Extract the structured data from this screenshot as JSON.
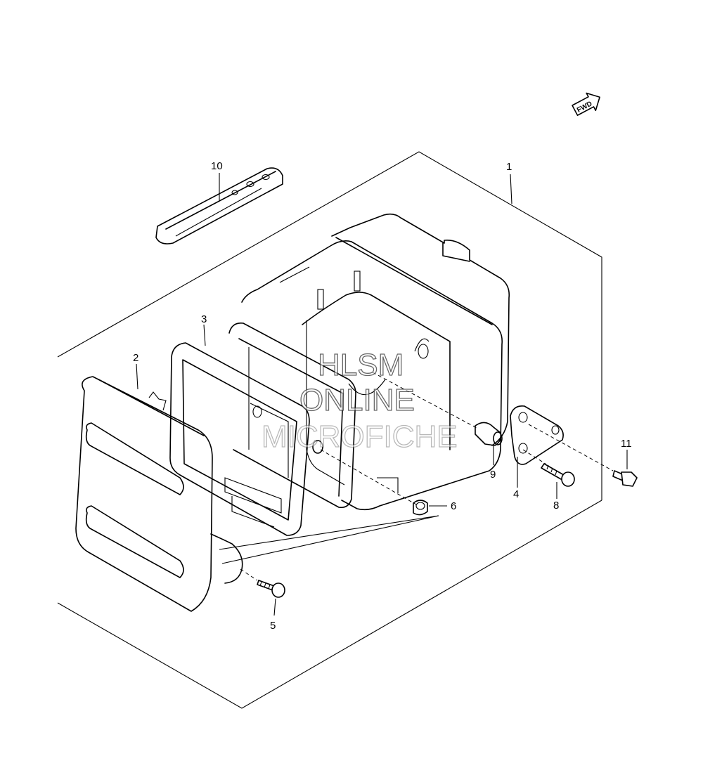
{
  "fwd_badge": "FWD",
  "callouts": [
    {
      "id": "p1",
      "text": "1"
    },
    {
      "id": "p2",
      "text": "2"
    },
    {
      "id": "p3",
      "text": "3"
    },
    {
      "id": "p4",
      "text": "4"
    },
    {
      "id": "p5",
      "text": "5"
    },
    {
      "id": "p6",
      "text": "6"
    },
    {
      "id": "p8",
      "text": "8"
    },
    {
      "id": "p9",
      "text": "9"
    },
    {
      "id": "p10",
      "text": "10"
    },
    {
      "id": "p11",
      "text": "11"
    }
  ],
  "watermark": {
    "line1": "HLSM",
    "line2": "ONLINE",
    "line3": "MICROFICHE"
  }
}
